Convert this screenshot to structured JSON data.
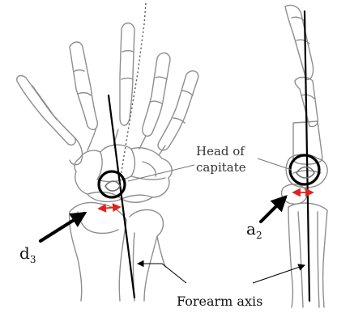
{
  "labels": {
    "head_of_capitate_line1": "Head of",
    "head_of_capitate_line2": "capitate",
    "d3_main": "d",
    "d3_sub": "3",
    "a2_main": "a",
    "a2_sub": "2",
    "forearm_axis": "Forearm axis"
  },
  "colors": {
    "bone_outline": "#8e8e8e",
    "axis_line": "#000000",
    "measurement": "#e2231a",
    "background": "#ffffff"
  }
}
